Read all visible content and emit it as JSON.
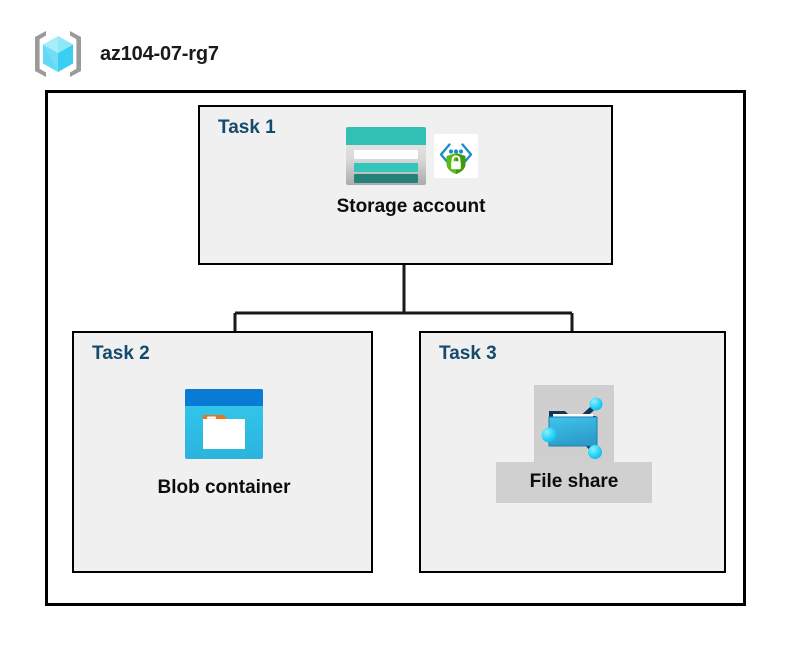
{
  "diagram": {
    "type": "azure-architecture",
    "resource_group": {
      "name": "az104-07-rg7",
      "icon": "resource-group-icon"
    },
    "tasks": [
      {
        "id": "task-1",
        "label": "Task 1",
        "node": {
          "caption": "Storage account",
          "icons": [
            "storage-account-icon",
            "secure-endpoint-shield-icon"
          ]
        }
      },
      {
        "id": "task-2",
        "label": "Task 2",
        "node": {
          "caption": "Blob container",
          "icons": [
            "blob-container-icon"
          ]
        }
      },
      {
        "id": "task-3",
        "label": "Task 3",
        "node": {
          "caption": "File share",
          "icons": [
            "file-share-icon"
          ]
        }
      }
    ],
    "connections": [
      {
        "from": "task-1",
        "to": "task-2"
      },
      {
        "from": "task-1",
        "to": "task-3"
      }
    ],
    "colors": {
      "task_label": "#15496E",
      "box_fill": "#F0F0F0",
      "box_border": "#000000",
      "boundary_border": "#000000",
      "connector": "#1a1a1a",
      "storage_teal": "#32BFB4",
      "storage_teal_dark": "#2C8C85",
      "blob_blue": "#0A7BD4",
      "blob_cyan": "#32C3E8",
      "blob_orange": "#E8761E",
      "fileshare_blue": "#3BB1E0",
      "fileshare_node_cyan": "#26D1F5",
      "shield_green": "#4FA614",
      "rg_cube_cyan": "#6BE0F7",
      "rg_bracket_gray": "#9A9A9A",
      "label_bg_gray": "#D0D0D0",
      "title_text": "#1A1A1A"
    }
  }
}
